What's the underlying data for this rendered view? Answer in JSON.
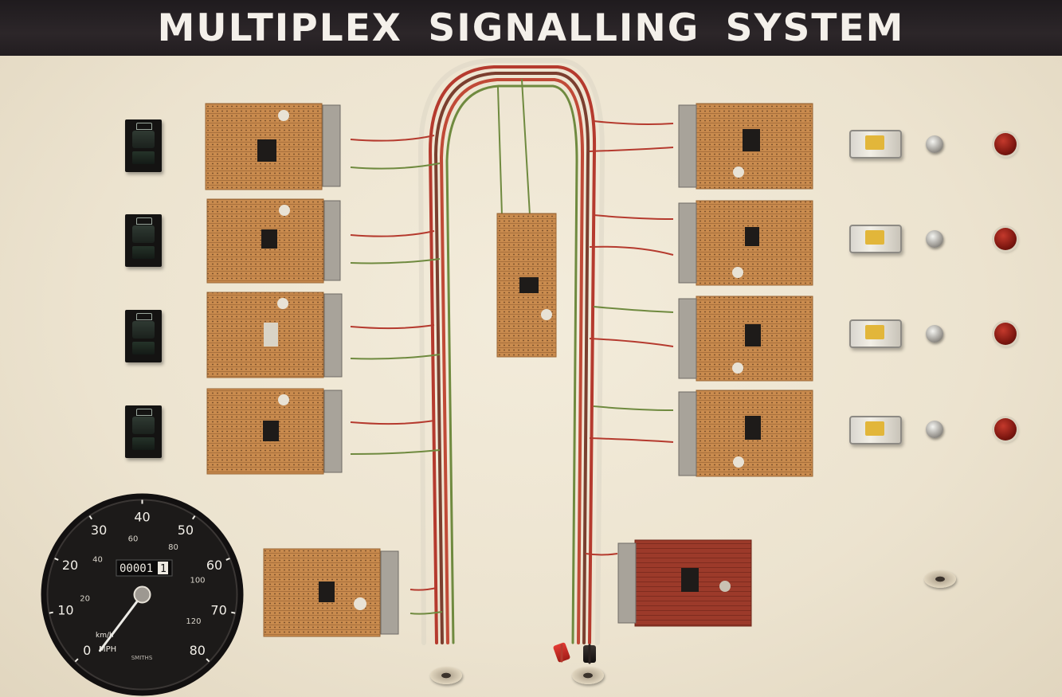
{
  "header": {
    "title": "MULTIPLEX SIGNALLING SYSTEM"
  },
  "speedometer": {
    "mph_ticks": [
      "0",
      "10",
      "20",
      "30",
      "40",
      "50",
      "60",
      "70",
      "80"
    ],
    "kmh_ticks": [
      "20",
      "40",
      "60",
      "80",
      "100",
      "120"
    ],
    "odometer": "00001",
    "odometer_fraction": "1",
    "unit_mph": "MPH",
    "unit_kmh": "km/h",
    "brand": "SMITHS",
    "needle_value_mph": 0
  },
  "colors": {
    "header_bg": "#231e21",
    "board_bg": "#efe8d6",
    "pcb_orange": "#c98b4e",
    "pcb_red": "#9c3a2a",
    "wire_red": "#b53a2e",
    "wire_green": "#6f8a3f",
    "lamp_red": "#8a1a12"
  }
}
